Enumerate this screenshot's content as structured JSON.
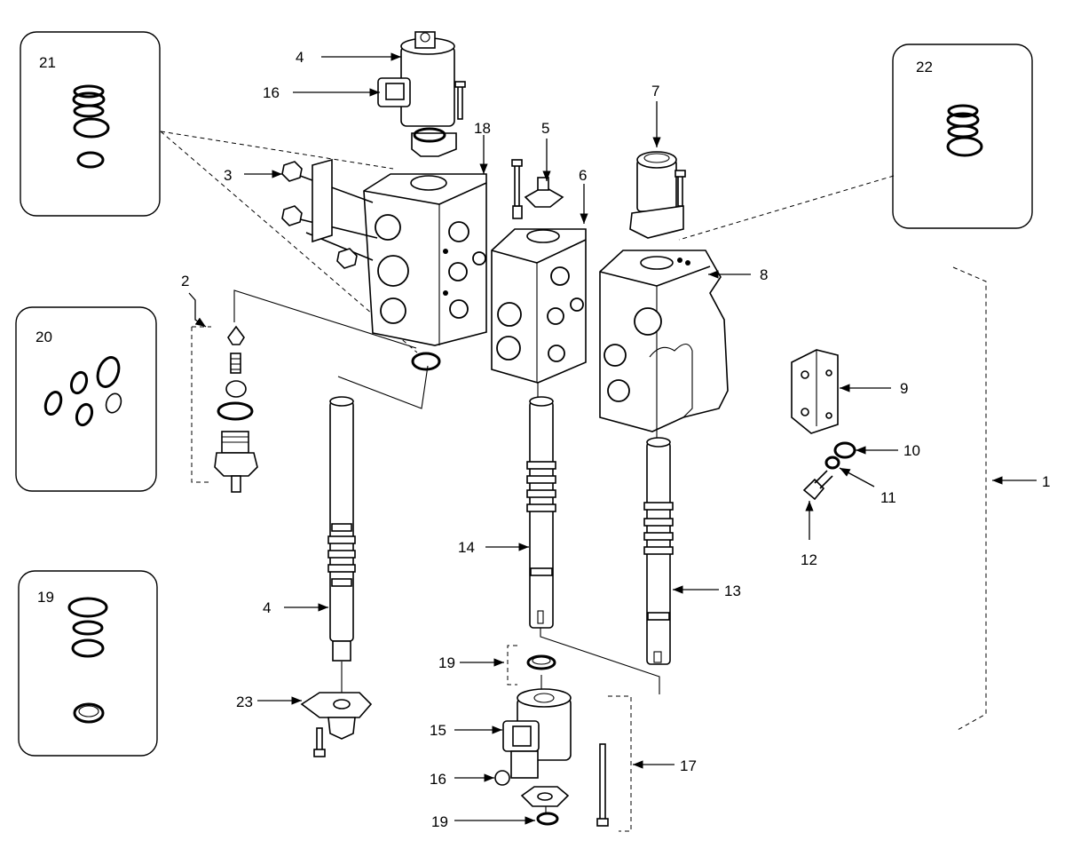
{
  "kits": [
    {
      "id": "kit-21",
      "label": "21"
    },
    {
      "id": "kit-20",
      "label": "20"
    },
    {
      "id": "kit-19",
      "label": "19"
    },
    {
      "id": "kit-22",
      "label": "22"
    }
  ],
  "callouts": {
    "c1": "1",
    "c2": "2",
    "c3": "3",
    "c4_top": "4",
    "c4_spool": "4",
    "c5": "5",
    "c6": "6",
    "c7": "7",
    "c8": "8",
    "c9": "9",
    "c10": "10",
    "c11": "11",
    "c12": "12",
    "c13": "13",
    "c14": "14",
    "c15": "15",
    "c16_top": "16",
    "c16_bottom": "16",
    "c17": "17",
    "c18": "18",
    "c19_mid": "19",
    "c19_bottom": "19",
    "c23": "23"
  }
}
